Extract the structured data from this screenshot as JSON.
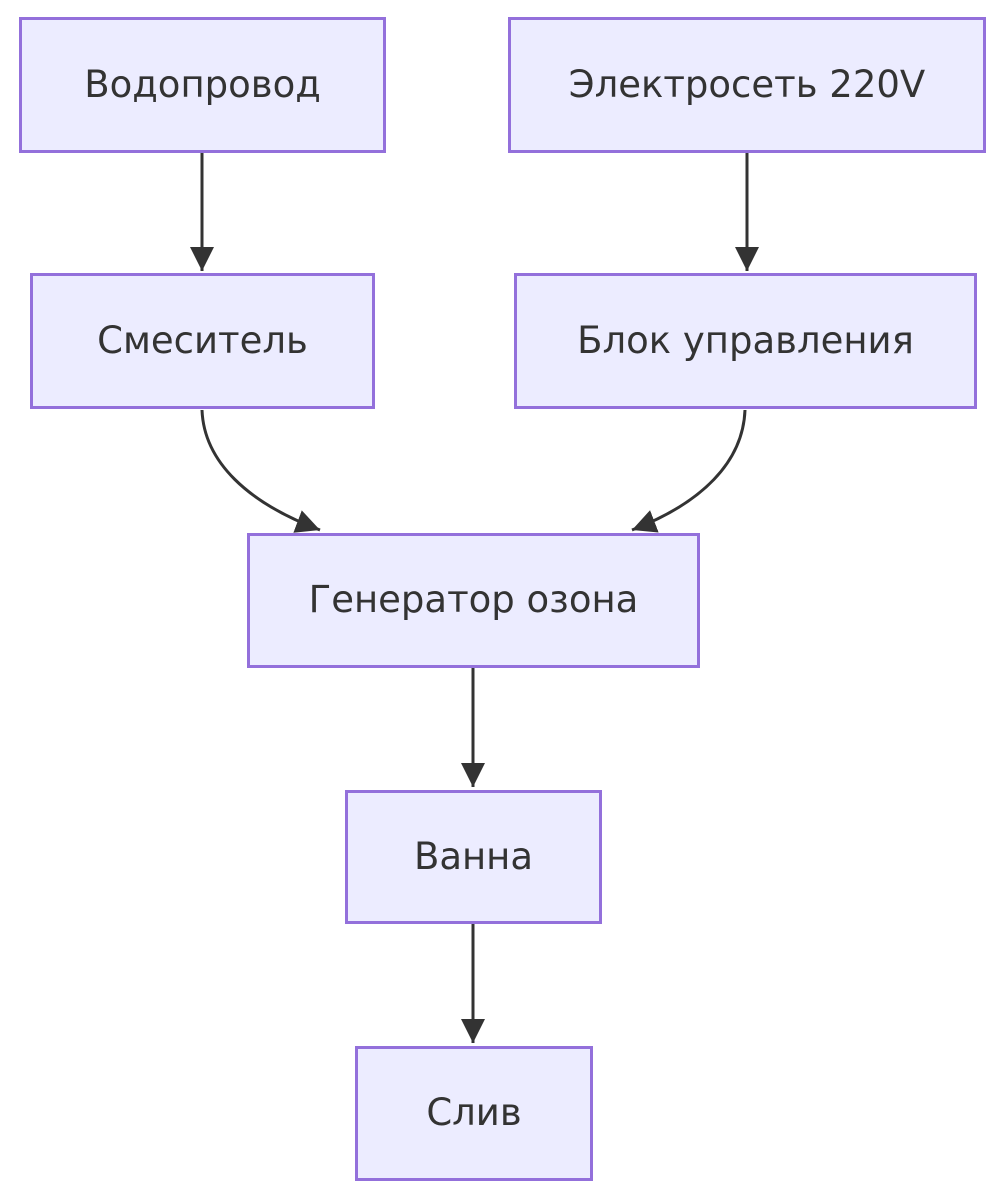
{
  "diagram": {
    "type": "flowchart",
    "direction": "top-to-bottom",
    "colors": {
      "background": "#ffffff",
      "node_fill": "#ECECFF",
      "node_border": "#9370DB",
      "node_text": "#333333",
      "edge_stroke": "#333333"
    },
    "nodes": [
      {
        "id": "water-supply",
        "label": "Водопровод"
      },
      {
        "id": "power-grid",
        "label": "Электросеть 220V"
      },
      {
        "id": "mixer",
        "label": "Смеситель"
      },
      {
        "id": "control-unit",
        "label": "Блок управления"
      },
      {
        "id": "ozone-generator",
        "label": "Генератор озона"
      },
      {
        "id": "bath",
        "label": "Ванна"
      },
      {
        "id": "drain",
        "label": "Слив"
      }
    ],
    "edges": [
      {
        "from": "Водопровод",
        "to": "Смеситель"
      },
      {
        "from": "Электросеть 220V",
        "to": "Блок управления"
      },
      {
        "from": "Смеситель",
        "to": "Генератор озона"
      },
      {
        "from": "Блок управления",
        "to": "Генератор озона"
      },
      {
        "from": "Генератор озона",
        "to": "Ванна"
      },
      {
        "from": "Ванна",
        "to": "Слив"
      }
    ]
  }
}
